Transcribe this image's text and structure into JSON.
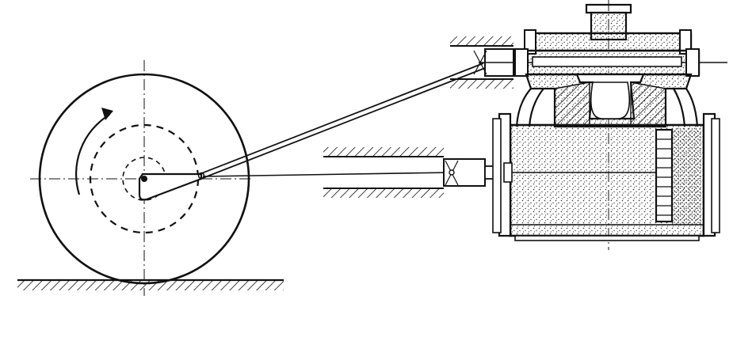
{
  "figure": {
    "kind": "mechanical-drawing",
    "ink_color": "#111111",
    "background_color": "#ffffff",
    "stipple_color": "#333333",
    "components": [
      "flywheel",
      "crank",
      "eccentric",
      "eccentric-rod",
      "piston-rod",
      "guide-bearings",
      "valve-chest",
      "steam-cylinder",
      "piston",
      "steam-pipe"
    ],
    "rotation": "clockwise"
  }
}
